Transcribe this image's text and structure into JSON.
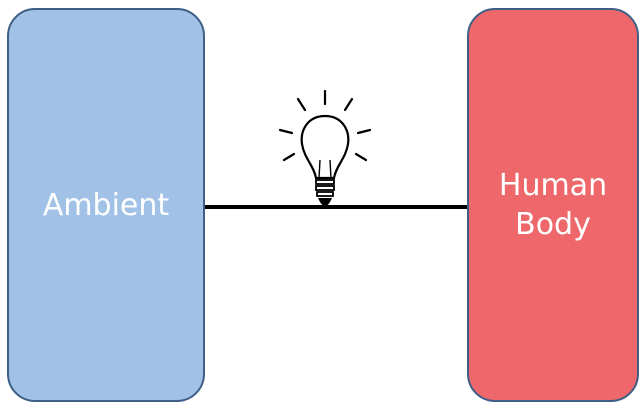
{
  "diagram": {
    "left_box": {
      "lines": [
        "Ambient"
      ],
      "fill_color": "#a1c2e6",
      "border_color": "#3f5f86"
    },
    "right_box": {
      "lines": [
        "Human",
        "Body"
      ],
      "fill_color": "#ee686b",
      "border_color": "#3f5f86"
    },
    "connector_color": "#000000",
    "icon": "lightbulb-icon"
  }
}
